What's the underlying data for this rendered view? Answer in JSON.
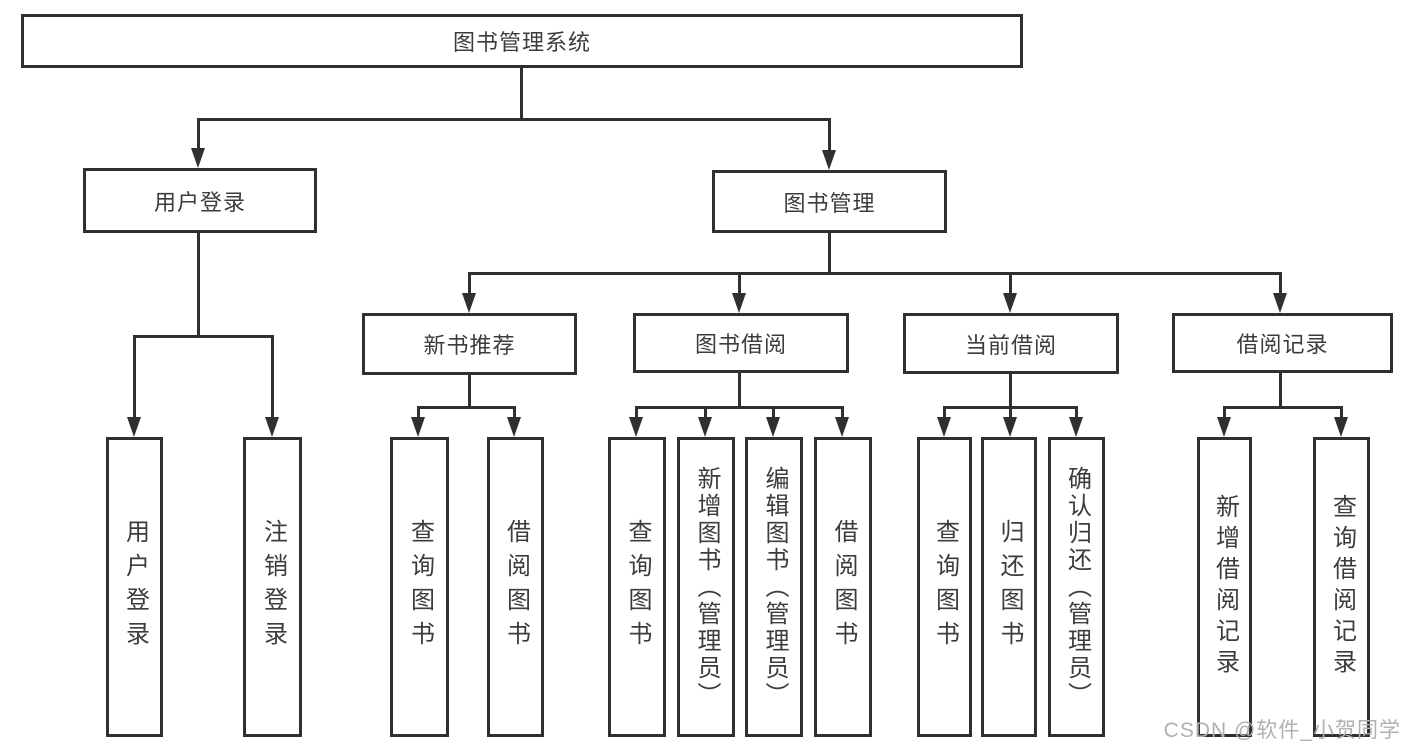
{
  "diagram": {
    "title": "图书管理系统",
    "watermark": "CSDN @软件_小贺同学",
    "colors": {
      "line": "#303030",
      "text": "#3c3c3c",
      "watermark": "#b0b0b0",
      "background": "#ffffff"
    },
    "tree": {
      "label": "图书管理系统",
      "children": [
        {
          "label": "用户登录",
          "children": [
            {
              "label": "用户登录"
            },
            {
              "label": "注销登录"
            }
          ]
        },
        {
          "label": "图书管理",
          "children": [
            {
              "label": "新书推荐",
              "children": [
                {
                  "label": "查询图书"
                },
                {
                  "label": "借阅图书"
                }
              ]
            },
            {
              "label": "图书借阅",
              "children": [
                {
                  "label": "查询图书"
                },
                {
                  "label": "新增图书（管理员）"
                },
                {
                  "label": "编辑图书（管理员）"
                },
                {
                  "label": "借阅图书"
                }
              ]
            },
            {
              "label": "当前借阅",
              "children": [
                {
                  "label": "查询图书"
                },
                {
                  "label": "归还图书"
                },
                {
                  "label": "确认归还（管理员）"
                }
              ]
            },
            {
              "label": "借阅记录",
              "children": [
                {
                  "label": "新增借阅记录"
                },
                {
                  "label": "查询借阅记录"
                }
              ]
            }
          ]
        }
      ]
    }
  }
}
